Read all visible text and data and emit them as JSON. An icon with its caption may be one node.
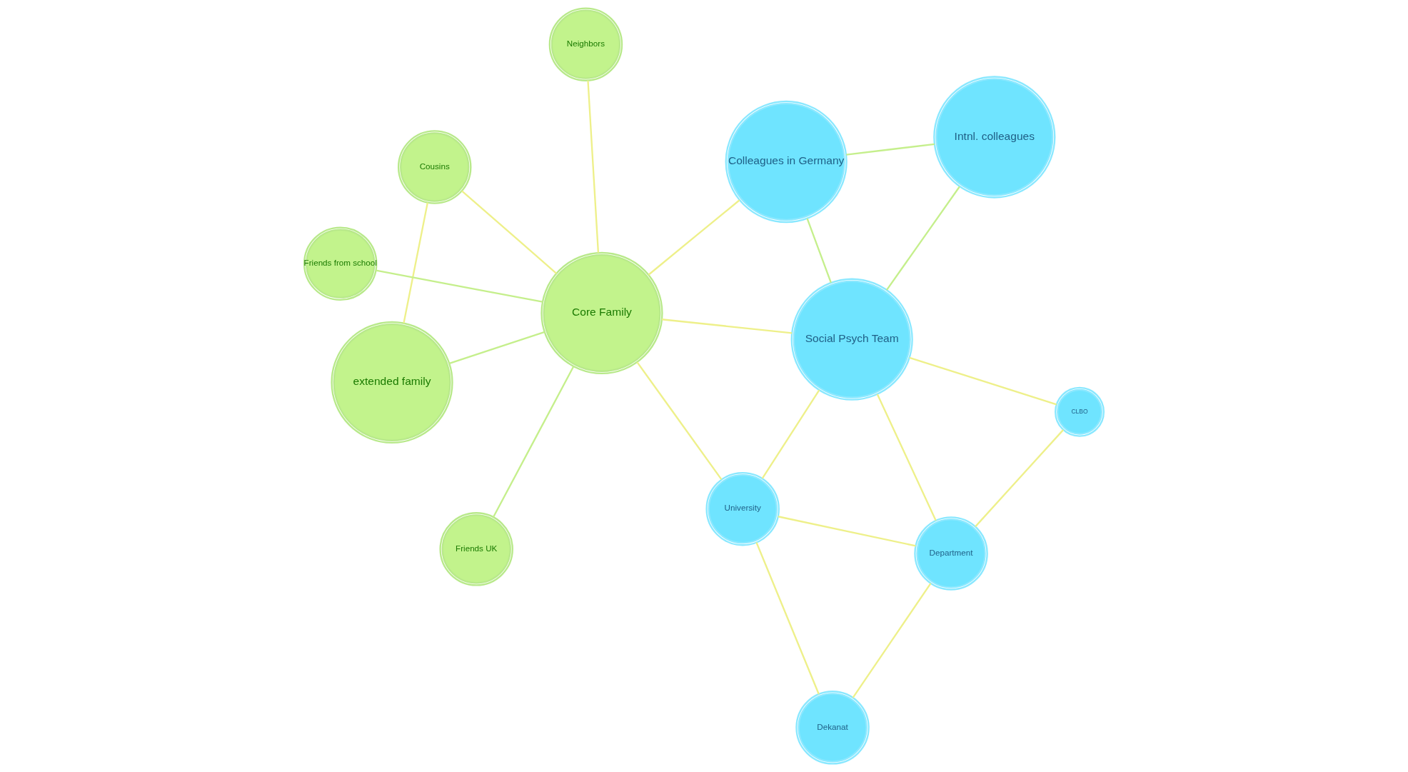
{
  "diagram": {
    "nodes": [
      {
        "text": [
          "Intnl. colleagues"
        ]
      },
      {
        "text": [
          "Colleagues in Germany"
        ]
      },
      {
        "text": [
          "extended family"
        ]
      },
      {
        "text": [
          "Neighbors"
        ]
      },
      {
        "text": [
          "Cousins"
        ]
      },
      {
        "text": [
          "Core Family"
        ]
      },
      {
        "text": [
          "University"
        ]
      },
      {
        "text": [
          "Social Psych Team"
        ]
      },
      {
        "text": [
          "Department"
        ]
      },
      {
        "text": [
          "Friends UK"
        ]
      },
      {
        "text": [
          "Dekanat"
        ]
      },
      {
        "text": [
          "Friends from school"
        ]
      },
      {
        "text": [
          "CLBO"
        ]
      }
    ],
    "edges": [
      {
        "from": 0,
        "to": 1,
        "arrow": "none",
        "color": "#c5ef8c"
      },
      {
        "from": 0,
        "to": 7,
        "arrow": "none",
        "color": "#c5ef8c"
      },
      {
        "from": 1,
        "to": 5,
        "arrow": "none"
      },
      {
        "from": 1,
        "to": 7,
        "arrow": "none",
        "color": "#c5ef8c"
      },
      {
        "from": 2,
        "to": 5,
        "arrow": "none",
        "color": "#c5ef8c"
      },
      {
        "from": 2,
        "to": 4,
        "arrow": "none"
      },
      {
        "from": 3,
        "to": 5,
        "arrow": "none"
      },
      {
        "from": 4,
        "to": 5,
        "arrow": "none"
      },
      {
        "from": 6,
        "to": 5,
        "arrow": "none"
      },
      {
        "from": 7,
        "to": 5,
        "arrow": "none"
      },
      {
        "from": 5,
        "to": 9,
        "arrow": "none",
        "color": "#c5ef8c"
      },
      {
        "from": 5,
        "to": 11,
        "arrow": "none",
        "color": "#c5ef8c"
      },
      {
        "from": 6,
        "to": 7,
        "arrow": "none"
      },
      {
        "from": 6,
        "to": 8,
        "arrow": "none"
      },
      {
        "from": 6,
        "to": 10,
        "arrow": "none"
      },
      {
        "from": 8,
        "to": 7,
        "arrow": "none"
      },
      {
        "from": 8,
        "to": 10,
        "arrow": "none"
      },
      {
        "from": 8,
        "to": 12,
        "arrow": "none"
      },
      {
        "from": 12,
        "to": 7,
        "arrow": "none"
      }
    ]
  }
}
